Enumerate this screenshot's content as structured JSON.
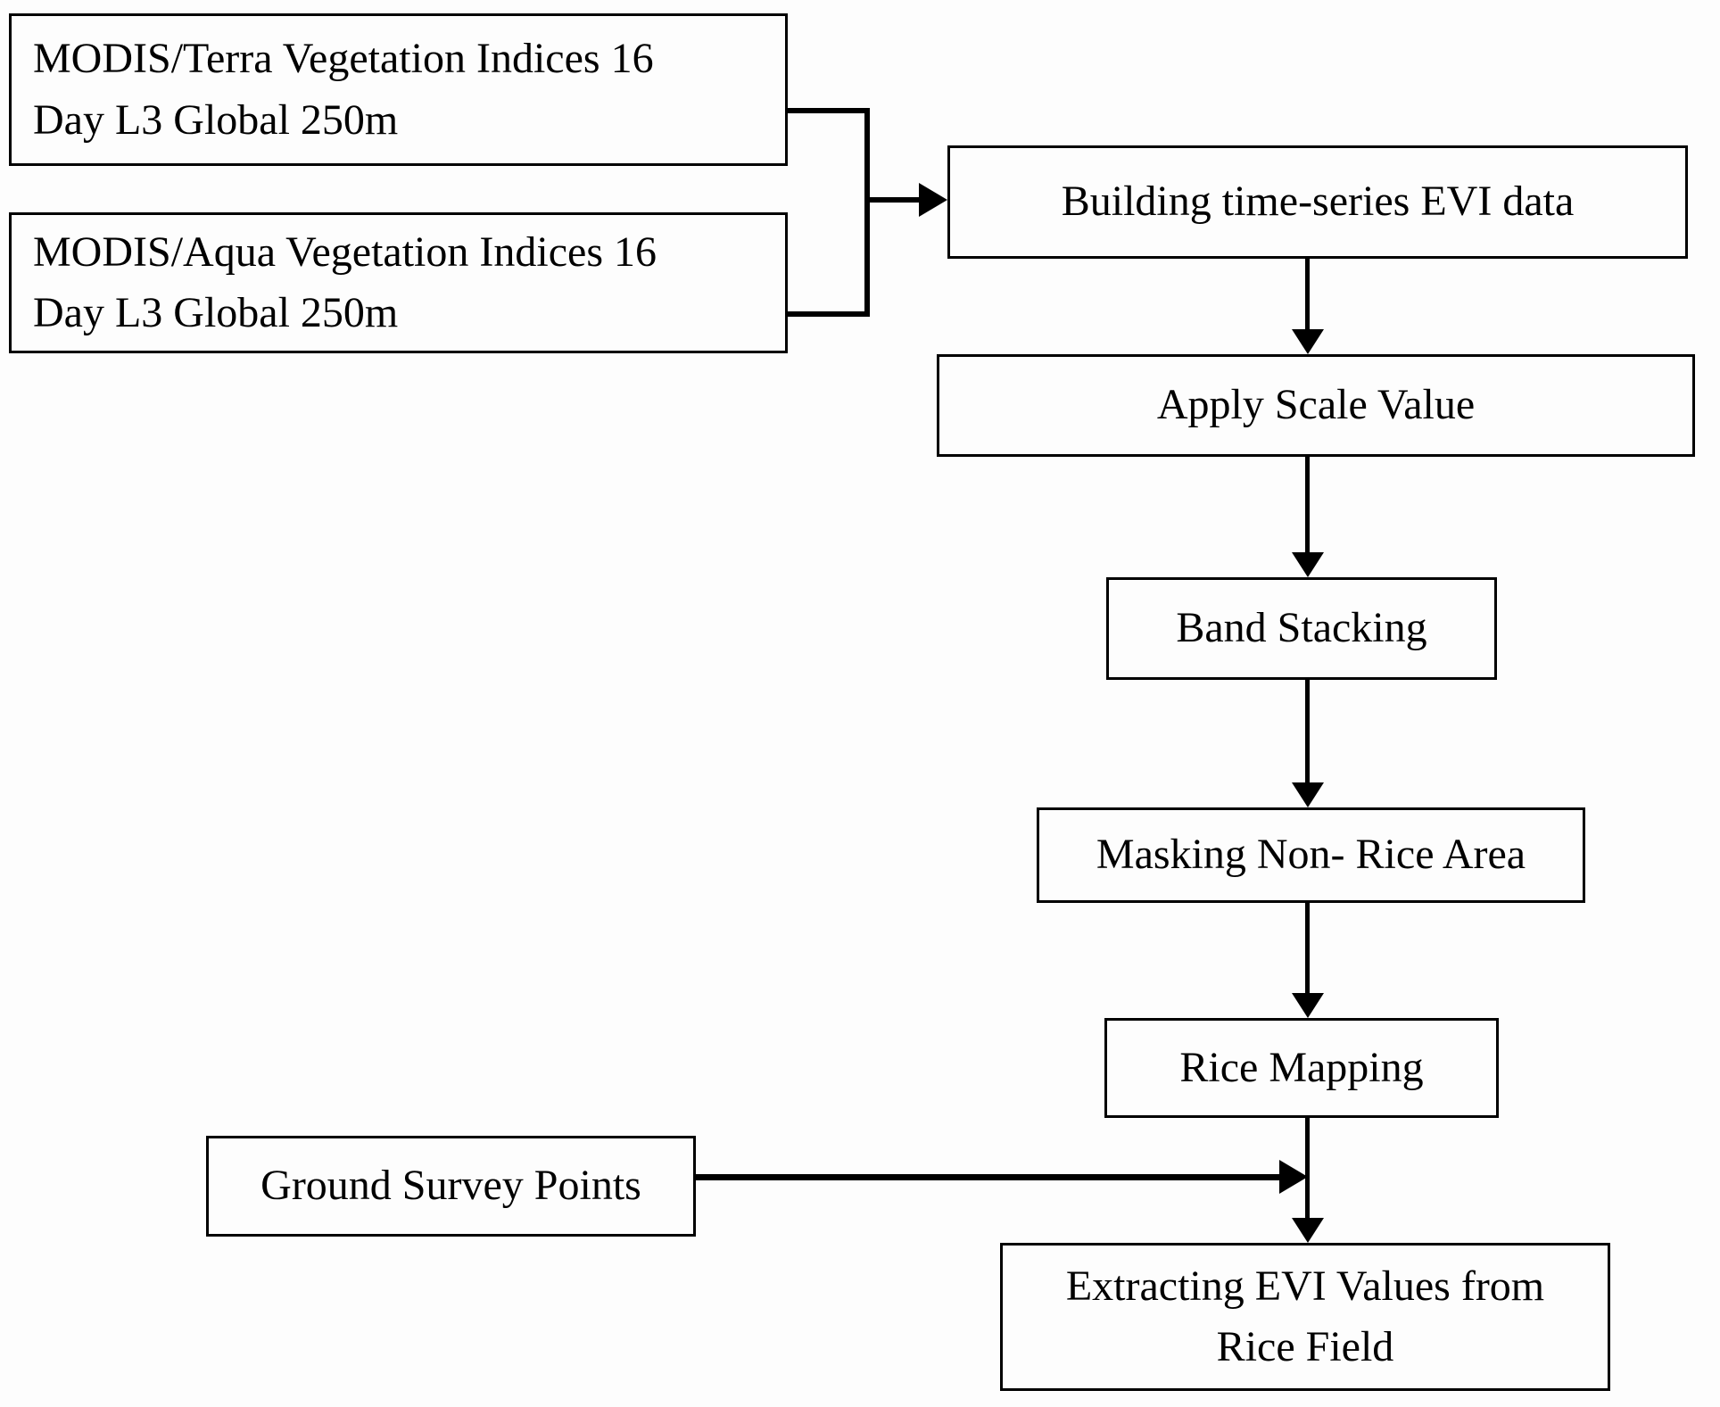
{
  "figure": {
    "type": "flowchart",
    "description": "MODIS EVI rice mapping processing workflow",
    "background_color": "#fdfdfd",
    "line_color": "#000000",
    "text_color": "#000000"
  },
  "nodes": {
    "modis_terra": {
      "line1": "MODIS/Terra Vegetation Indices 16",
      "line2": "Day L3 Global 250m"
    },
    "modis_aqua": {
      "line1": "MODIS/Aqua Vegetation Indices 16",
      "line2": "Day L3 Global 250m"
    },
    "building_evi": {
      "label": "Building time-series EVI data"
    },
    "apply_scale": {
      "label": "Apply Scale Value"
    },
    "band_stacking": {
      "label": "Band Stacking"
    },
    "masking_non_rice": {
      "label": "Masking Non- Rice Area"
    },
    "rice_mapping": {
      "label": "Rice Mapping"
    },
    "ground_survey": {
      "label": "Ground Survey Points"
    },
    "extracting_evi": {
      "line1": "Extracting EVI Values from",
      "line2": "Rice Field"
    }
  },
  "edges": [
    {
      "from": "modis_terra",
      "to": "building_evi"
    },
    {
      "from": "modis_aqua",
      "to": "building_evi"
    },
    {
      "from": "building_evi",
      "to": "apply_scale"
    },
    {
      "from": "apply_scale",
      "to": "band_stacking"
    },
    {
      "from": "band_stacking",
      "to": "masking_non_rice"
    },
    {
      "from": "masking_non_rice",
      "to": "rice_mapping"
    },
    {
      "from": "rice_mapping",
      "to": "extracting_evi"
    },
    {
      "from": "ground_survey",
      "to": "extracting_evi"
    }
  ]
}
